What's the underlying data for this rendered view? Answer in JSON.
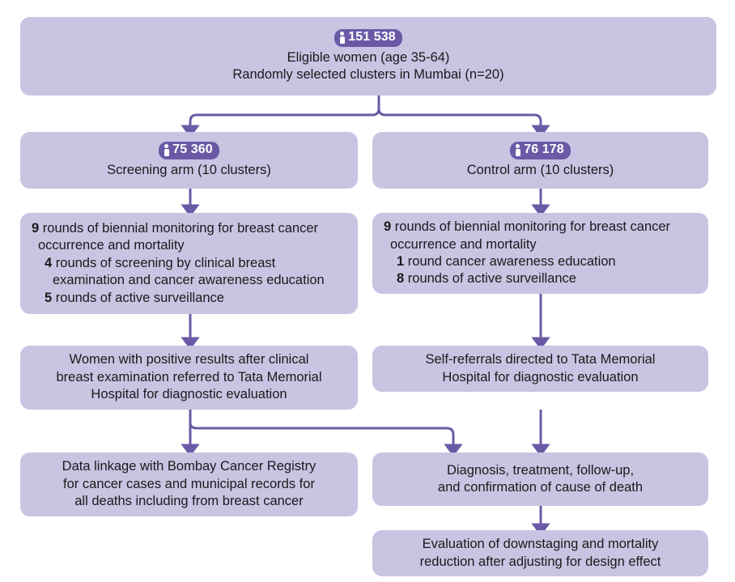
{
  "theme": {
    "box_fill": "#c9c4e2",
    "accent": "#6a5aa6",
    "text": "#1a1a1a",
    "badge_text": "#ffffff",
    "background": "#ffffff"
  },
  "chart_data": {
    "type": "diagram",
    "title": "Cluster randomised trial flow diagram",
    "nodes": [
      {
        "id": "eligible",
        "badge": "151 538",
        "lines": [
          "Eligible women (age 35-64)",
          "Randomly selected clusters in Mumbai (n=20)"
        ]
      },
      {
        "id": "screening-arm",
        "badge": "75 360",
        "lines": [
          "Screening arm (10 clusters)"
        ]
      },
      {
        "id": "control-arm",
        "badge": "76 178",
        "lines": [
          "Control arm (10 clusters)"
        ]
      },
      {
        "id": "screening-rounds",
        "lines": [
          "9 rounds of biennial monitoring for breast cancer",
          "occurrence and mortality",
          "4 rounds of screening by clinical breast",
          "examination and cancer awareness education",
          "5 rounds of active surveillance"
        ]
      },
      {
        "id": "control-rounds",
        "lines": [
          "9 rounds of biennial monitoring for breast cancer",
          "occurrence and mortality",
          "1 round cancer awareness education",
          "8 rounds of active surveillance"
        ]
      },
      {
        "id": "screening-referral",
        "lines": [
          "Women with positive results after clinical",
          "breast examination referred to Tata Memorial",
          "Hospital for diagnostic evaluation"
        ]
      },
      {
        "id": "control-referral",
        "lines": [
          "Self-referrals directed to Tata Memorial",
          "Hospital for diagnostic evaluation"
        ]
      },
      {
        "id": "data-linkage",
        "lines": [
          "Data linkage with Bombay Cancer Registry",
          "for cancer cases and municipal records for",
          "all deaths including from breast cancer"
        ]
      },
      {
        "id": "diagnosis",
        "lines": [
          "Diagnosis, treatment, follow-up,",
          "and confirmation of cause of death"
        ]
      },
      {
        "id": "evaluation",
        "lines": [
          "Evaluation of downstaging and mortality",
          "reduction after adjusting for design effect"
        ]
      }
    ]
  },
  "eligible": {
    "badge_count": "151 538",
    "line1": "Eligible women (age 35-64)",
    "line2": "Randomly selected clusters in Mumbai (n=20)"
  },
  "screening_arm": {
    "badge_count": "75 360",
    "line1": "Screening arm (10 clusters)"
  },
  "control_arm": {
    "badge_count": "76 178",
    "line1": "Control arm (10 clusters)"
  },
  "screening_rounds": {
    "l1_num": "9",
    "l1_text": " rounds of biennial monitoring for breast cancer",
    "l2": "occurrence and mortality",
    "l3_num": "4",
    "l3_text": " rounds of screening by clinical breast",
    "l4": "examination and cancer awareness education",
    "l5_num": "5",
    "l5_text": " rounds of active surveillance"
  },
  "control_rounds": {
    "l1_num": "9",
    "l1_text": " rounds of biennial monitoring for breast cancer",
    "l2": "occurrence and mortality",
    "l3_num": "1",
    "l3_text": " round cancer awareness education",
    "l4_num": "8",
    "l4_text": " rounds of active surveillance"
  },
  "screening_referral": {
    "line1": "Women with positive results after clinical",
    "line2": "breast examination referred to Tata Memorial",
    "line3": "Hospital for diagnostic evaluation"
  },
  "control_referral": {
    "line1": "Self-referrals directed to Tata Memorial",
    "line2": "Hospital for diagnostic evaluation"
  },
  "data_linkage": {
    "line1": "Data linkage with Bombay Cancer Registry",
    "line2": "for cancer cases and municipal records for",
    "line3": "all deaths including from breast cancer"
  },
  "diagnosis": {
    "line1": "Diagnosis, treatment, follow-up,",
    "line2": "and confirmation of cause of death"
  },
  "evaluation": {
    "line1": "Evaluation of downstaging and mortality",
    "line2": "reduction after adjusting for design effect"
  }
}
